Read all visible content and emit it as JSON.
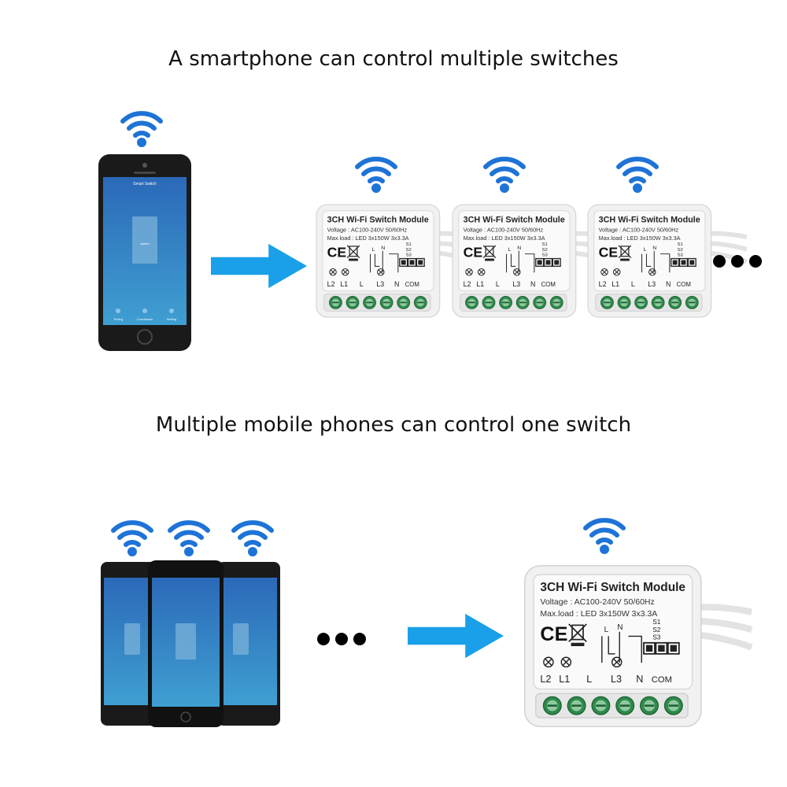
{
  "section_1": {
    "title": "A smartphone can control multiple switches",
    "phone": {
      "app_title": "Smart Switch",
      "tabs": [
        "Timing",
        "Countdown",
        "Setting"
      ],
      "switch_label": "switch"
    },
    "modules": 3
  },
  "section_2": {
    "title": "Multiple mobile phones can control one switch",
    "phones": 3
  },
  "module": {
    "name": "3CH Wi-Fi Switch Module",
    "voltage_small": "Voltage : AC100-240V 50/60Hz",
    "load_small": "Max.load : LED 3x150W  3x3.3A",
    "voltage_large": "Voltage : AC100-240V 50/60Hz",
    "load_large": "Max.load : LED 3x150W   3x3.3A",
    "ce": "CE",
    "terminals": [
      "L2",
      "L1",
      "L",
      "L3",
      "N",
      "COM"
    ],
    "port_labels": [
      "S1",
      "S2",
      "S3"
    ],
    "wire_labels": [
      "L",
      "N"
    ]
  },
  "colors": {
    "wifi": "#1e73d6",
    "arrow": "#1aa0e8",
    "screen": "#2a6fb0",
    "terminal": "#2e8a4a",
    "module_body": "#f1f1f1"
  },
  "icons": [
    "wifi-icon",
    "right-arrow-icon",
    "ellipsis-icon",
    "ce-mark-icon",
    "weee-bin-icon",
    "lamp-icon"
  ]
}
